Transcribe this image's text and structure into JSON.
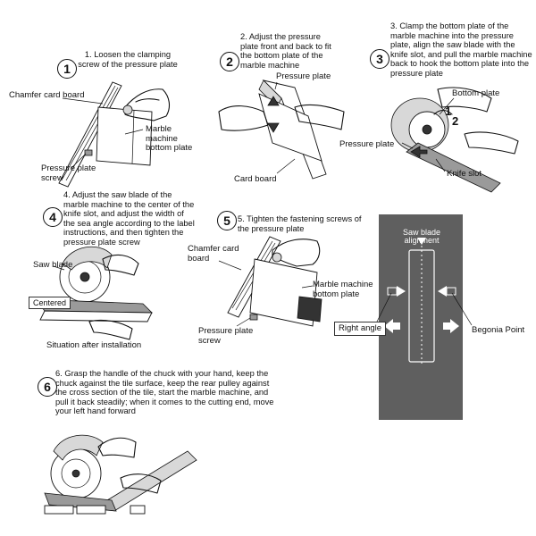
{
  "steps": [
    {
      "num": "1",
      "text": "1. Loosen the clamping screw of the pressure plate",
      "labels": {
        "chamfer": "Chamfer card board",
        "bottom": "Marble machine bottom plate",
        "screw": "Pressure plate screw"
      }
    },
    {
      "num": "2",
      "text": "2. Adjust the pressure plate front and back to fit the bottom plate of the marble machine",
      "labels": {
        "pressure": "Pressure plate",
        "card": "Card board"
      }
    },
    {
      "num": "3",
      "text": "3. Clamp the bottom plate of the marble machine into the pressure plate, align the saw blade with the knife slot, and pull the marble machine back to hook the bottom plate into the pressure plate",
      "labels": {
        "bottom": "Bottom plate",
        "pressure": "Pressure plate",
        "slot": "Knife slot",
        "n1": "1",
        "n2": "2"
      }
    },
    {
      "num": "4",
      "text": "4. Adjust the saw blade of the marble machine to the center of the knife slot, and adjust the width of the sea angle according to the label instructions, and then tighten the pressure plate screw",
      "labels": {
        "saw": "Saw blade",
        "center": "Centered",
        "after": "Situation after installation"
      }
    },
    {
      "num": "5",
      "text": "5. Tighten the fastening screws of the pressure plate",
      "labels": {
        "chamfer": "Chamfer card board",
        "bottom": "Marble machine bottom plate",
        "screw": "Pressure plate screw"
      }
    },
    {
      "num": "6",
      "text": "6. Grasp the handle of the chuck with your hand, keep the chuck against the tile surface, keep the rear pulley against the cross section of the tile, start the marble machine, and pull it back steadily; when it comes to the cutting end, move your left hand forward"
    }
  ],
  "alignment": {
    "top_label": "Saw blade alignment",
    "left_label": "Right angle",
    "right_label": "Begonia Point",
    "panel_color": "#5f5f5f"
  }
}
